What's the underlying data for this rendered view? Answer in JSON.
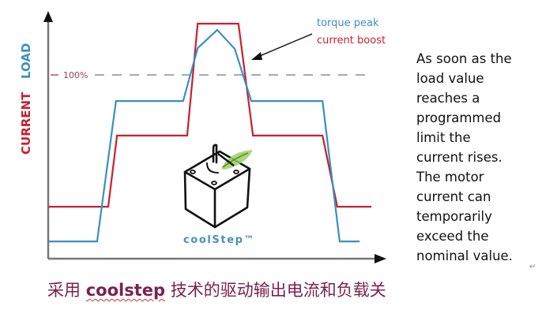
{
  "chart_data": {
    "type": "line",
    "title": "",
    "xlabel": "",
    "ylabel_current": "CURRENT",
    "ylabel_load": "LOAD",
    "xlim": [
      0,
      100
    ],
    "ylim": [
      0,
      140
    ],
    "grid": false,
    "reference_line": {
      "value": 100,
      "label": "100%",
      "style": "dashed"
    },
    "series": [
      {
        "name": "load",
        "color": "#3a8fc4",
        "points": [
          [
            0,
            9.4
          ],
          [
            14.5,
            9.4
          ],
          [
            20.1,
            85.8
          ],
          [
            40,
            85.8
          ],
          [
            44.3,
            114.6
          ],
          [
            50.1,
            124.5
          ],
          [
            55.3,
            114.2
          ],
          [
            60.2,
            85.8
          ],
          [
            81.3,
            85.8
          ],
          [
            86.4,
            9.4
          ],
          [
            92.3,
            9.4
          ]
        ]
      },
      {
        "name": "current",
        "color": "#c8202f",
        "points": [
          [
            0,
            28.3
          ],
          [
            17.8,
            28.3
          ],
          [
            20.4,
            67
          ],
          [
            41.2,
            67
          ],
          [
            44.3,
            127.9
          ],
          [
            56.4,
            127.9
          ],
          [
            60.7,
            67
          ],
          [
            81.3,
            67
          ],
          [
            85.7,
            28.3
          ],
          [
            95.8,
            28.3
          ]
        ]
      }
    ],
    "annotations": [
      {
        "text": "torque peak",
        "color": "#3a8fc4"
      },
      {
        "text": "current boost",
        "color": "#c8202f"
      }
    ],
    "logo": {
      "text": "coolStep™",
      "color": "#4a90b8"
    }
  },
  "description_lines": [
    "As soon as the",
    "load value",
    "reaches a",
    "programmed",
    "limit the",
    "current rises.",
    "The motor",
    "current can",
    "temporarily",
    "exceed the",
    "nominal value."
  ],
  "caption": {
    "prefix": "采用 ",
    "latin": "coolstep",
    "suffix": " 技术的驱动输出电流和负载关"
  },
  "return_mark": "↵"
}
